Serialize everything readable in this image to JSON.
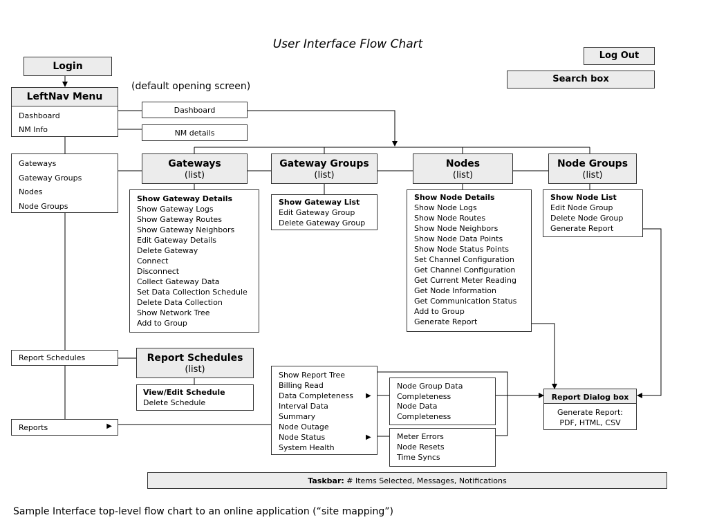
{
  "title": "User Interface Flow Chart",
  "caption": "Sample Interface top-level flow chart to an online application (“site mapping”)",
  "default_note": "(default  opening screen)",
  "login": "Login",
  "logout": "Log Out",
  "search": "Search box",
  "leftnav": {
    "title": "LeftNav Menu",
    "top_items": [
      "Dashboard",
      "NM Info"
    ],
    "mid_items": [
      "Gateways",
      "Gateway Groups",
      "Nodes",
      "Node Groups"
    ],
    "report_schedules": "Report Schedules",
    "reports": "Reports",
    "reports_arrow": "▶"
  },
  "dashboard": "Dashboard",
  "nm_details": "NM details",
  "list_sub": "(list)",
  "gateways": {
    "title": "Gateways",
    "items": [
      "Show Gateway Details",
      "Show Gateway Logs",
      "Show Gateway Routes",
      "Show Gateway Neighbors",
      "Edit Gateway Details",
      "Delete Gateway",
      "Connect",
      "Disconnect",
      "Collect Gateway Data",
      "Set Data Collection Schedule",
      "Delete Data Collection",
      "Show Network Tree",
      "Add to Group"
    ]
  },
  "gateway_groups": {
    "title": "Gateway Groups",
    "items": [
      "Show Gateway List",
      "Edit Gateway Group",
      "Delete Gateway Group"
    ]
  },
  "nodes": {
    "title": "Nodes",
    "items": [
      "Show Node Details",
      "Show Node Logs",
      "Show Node Routes",
      "Show Node Neighbors",
      "Show Node Data Points",
      "Show Node Status Points",
      "Set Channel Configuration",
      "Get Channel Configuration",
      "Get Current Meter Reading",
      "Get Node Information",
      "Get Communication Status",
      "Add to Group",
      "Generate Report"
    ]
  },
  "node_groups": {
    "title": "Node Groups",
    "items": [
      "Show Node List",
      "Edit Node Group",
      "Delete Node Group",
      "Generate Report"
    ]
  },
  "report_schedules": {
    "title": "Report Schedules",
    "items": [
      "View/Edit Schedule",
      "Delete Schedule"
    ]
  },
  "reports_menu": {
    "items": [
      "Show Report Tree",
      "Billing Read",
      "Data Completeness",
      "Interval Data",
      "Summary",
      "Node Outage",
      "Node Status",
      "System Health"
    ],
    "arrow": "▶"
  },
  "completeness_sub": [
    "Node Group Data",
    "Completeness",
    "Node Data",
    "Completeness"
  ],
  "status_sub": [
    "Meter Errors",
    "Node Resets",
    "Time Syncs"
  ],
  "report_dialog": {
    "title": "Report Dialog box",
    "lines": [
      "Generate Report:",
      "PDF, HTML, CSV"
    ]
  },
  "taskbar": {
    "bold": "Taskbar:",
    "text": " # Items Selected, Messages, Notifications"
  }
}
